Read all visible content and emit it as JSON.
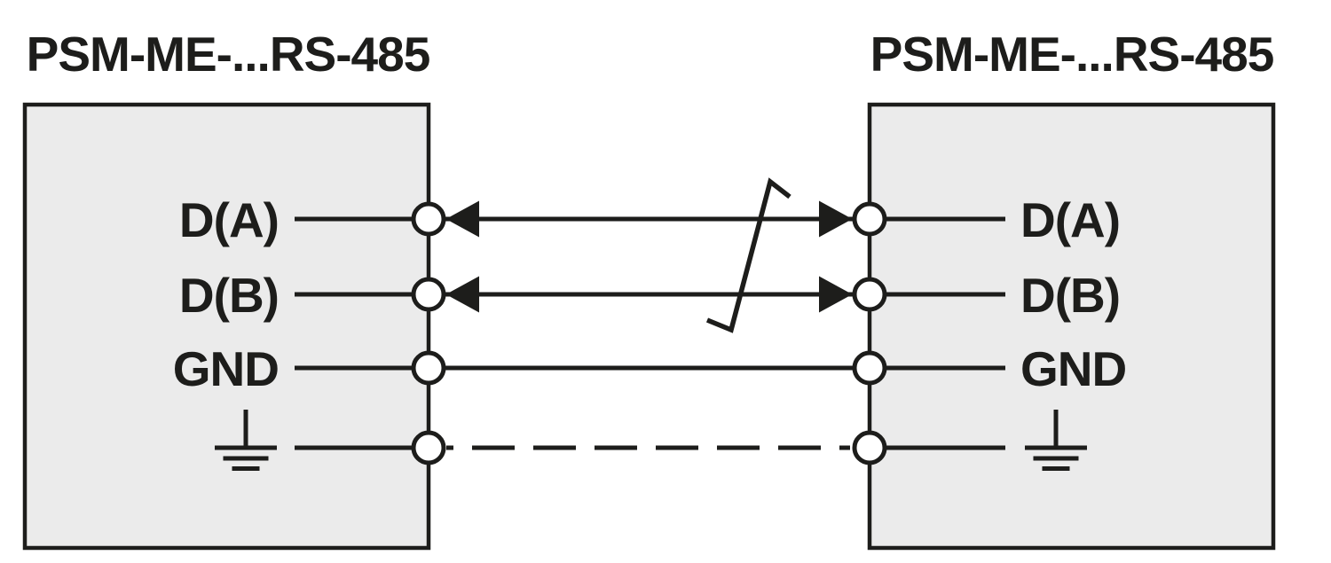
{
  "colors": {
    "background": "#ffffff",
    "box_fill": "#ebebeb",
    "line": "#1d1d1b",
    "text": "#1d1d1b"
  },
  "left_device": {
    "title": "PSM-ME-...RS-485",
    "ports": {
      "da": "D(A)",
      "db": "D(B)",
      "gnd": "GND"
    }
  },
  "right_device": {
    "title": "PSM-ME-...RS-485",
    "ports": {
      "da": "D(A)",
      "db": "D(B)",
      "gnd": "GND"
    }
  },
  "icons": {
    "left_earth_ground": "earth-ground",
    "right_earth_ground": "earth-ground",
    "cable_marker": "twisted-pair-slash",
    "bus_arrows": "bidirectional-arrowheads"
  }
}
